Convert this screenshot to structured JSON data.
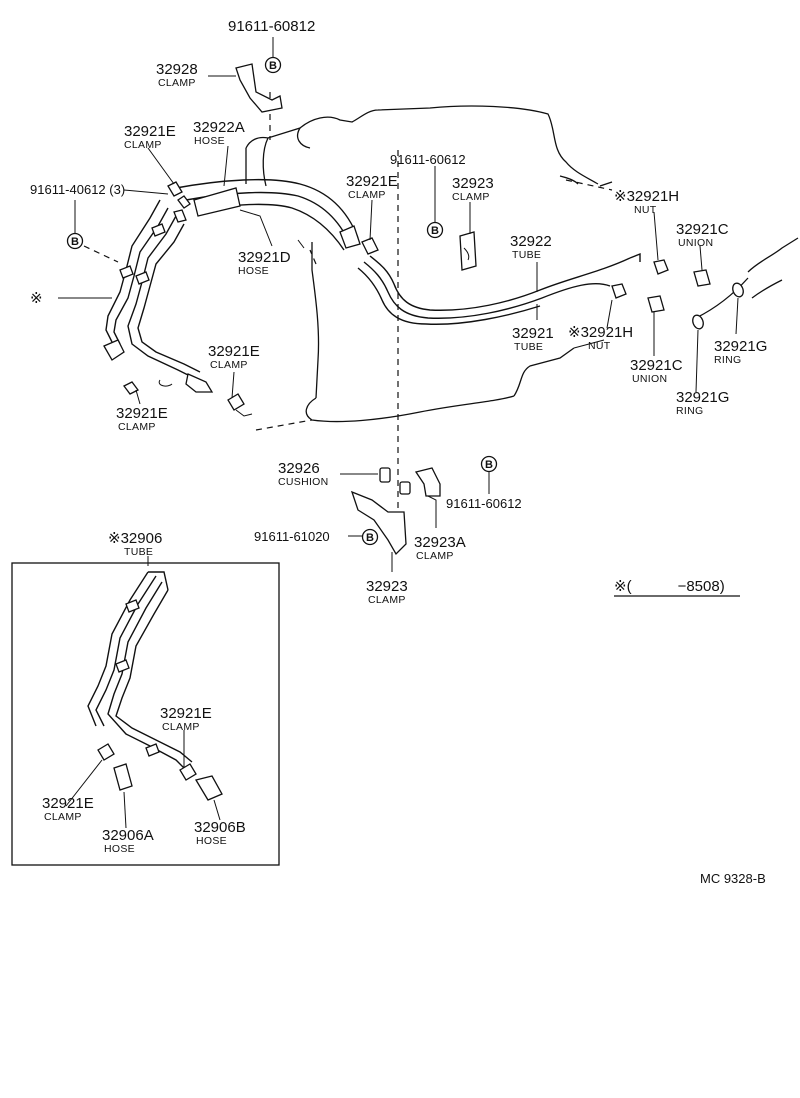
{
  "labels": {
    "p_91611_60812": "91611-60812",
    "p_32928": "32928",
    "d_32928": "CLAMP",
    "p_32921E_a": "32921E",
    "d_32921E_a": "CLAMP",
    "p_32922A": "32922A",
    "d_32922A": "HOSE",
    "p_91611_40612": "91611-40612 (3)",
    "p_32921D": "32921D",
    "d_32921D": "HOSE",
    "p_32921E_b": "32921E",
    "d_32921E_b": "CLAMP",
    "p_91611_60612_a": "91611-60612",
    "p_32923_a": "32923",
    "d_32923_a": "CLAMP",
    "p_32922": "32922",
    "d_32922": "TUBE",
    "p_32921": "32921",
    "d_32921": "TUBE",
    "p_32921H_a": "32921H",
    "d_32921H_a": "NUT",
    "p_32921H_b": "32921H",
    "d_32921H_b": "NUT",
    "p_32921C_a": "32921C",
    "d_32921C_a": "UNION",
    "p_32921C_b": "32921C",
    "d_32921C_b": "UNION",
    "p_32921G_a": "32921G",
    "d_32921G_a": "RING",
    "p_32921G_b": "32921G",
    "d_32921G_b": "RING",
    "p_32921E_c": "32921E",
    "d_32921E_c": "CLAMP",
    "p_32921E_d": "32921E",
    "d_32921E_d": "CLAMP",
    "p_32926": "32926",
    "d_32926": "CUSHION",
    "p_91611_60612_b": "91611-60612",
    "p_91611_61020": "91611-61020",
    "p_32923A": "32923A",
    "d_32923A": "CLAMP",
    "p_32923_b": "32923",
    "d_32923_b": "CLAMP",
    "p_32906": "32906",
    "d_32906": "TUBE",
    "p_32921E_e": "32921E",
    "d_32921E_e": "CLAMP",
    "p_32921E_f": "32921E",
    "d_32921E_f": "CLAMP",
    "p_32906A": "32906A",
    "d_32906A": "HOSE",
    "p_32906B": "32906B",
    "d_32906B": "HOSE",
    "legend_open": "(",
    "legend_code": "−8508)",
    "ref_code": "MC  9328-B",
    "bolt_symbol": "B",
    "note_symbol": "※"
  }
}
